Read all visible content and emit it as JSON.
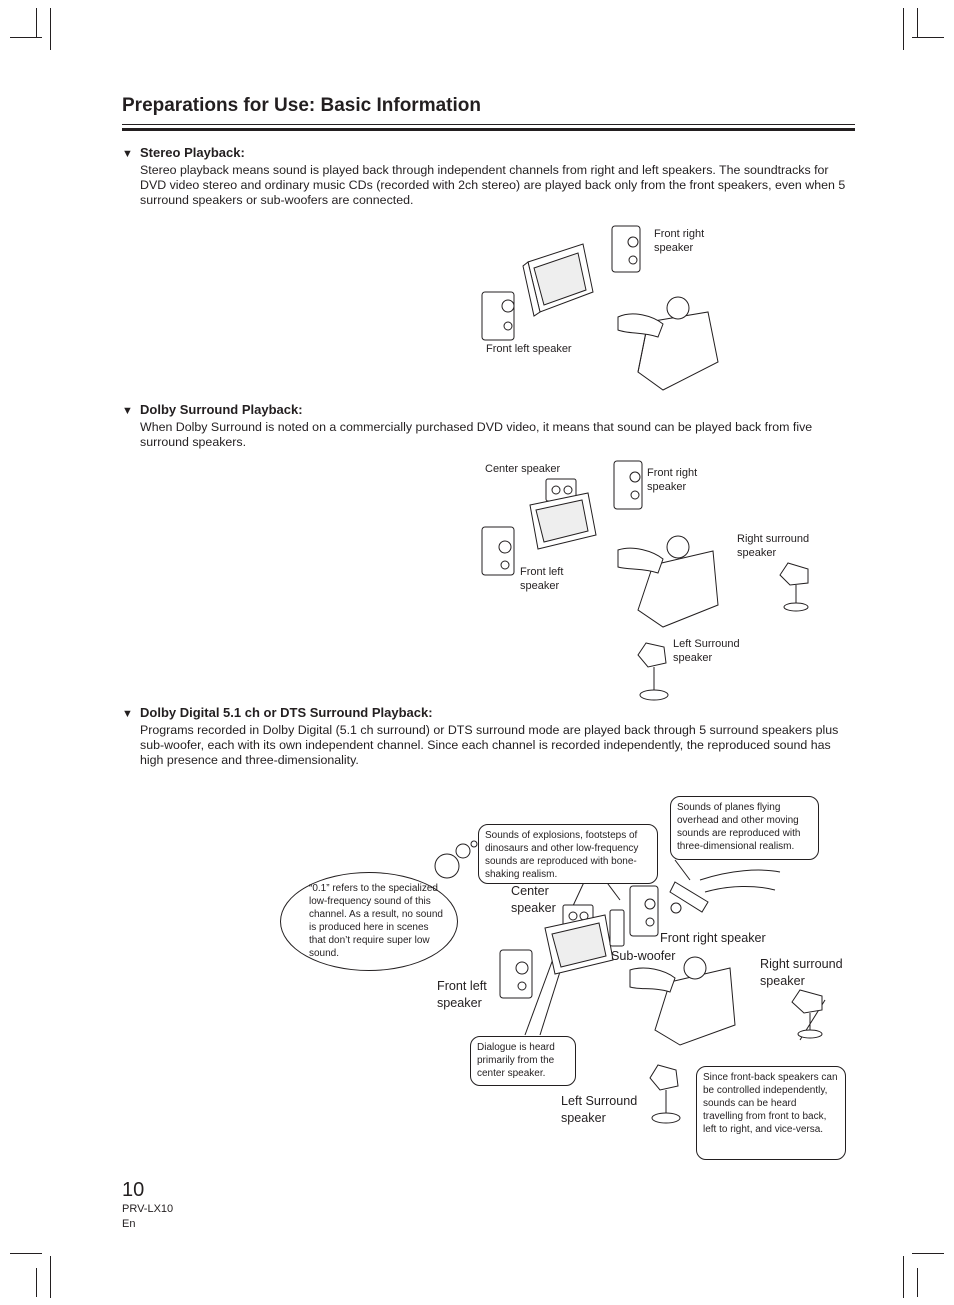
{
  "page": {
    "title": "Preparations for Use: Basic Information",
    "page_number": "10",
    "model": "PRV-LX10",
    "lang": "En"
  },
  "sections": [
    {
      "heading": "Stereo Playback:",
      "body": "Stereo playback means sound is played back through independent channels from right and left speakers. The soundtracks for DVD video stereo and ordinary music CDs (recorded with 2ch stereo) are played back only from the front speakers, even when 5 surround speakers or sub-woofers are connected."
    },
    {
      "heading": "Dolby Surround Playback:",
      "body": "When Dolby Surround is noted on a commercially purchased DVD video, it means that sound can be played back from five surround speakers."
    },
    {
      "heading": "Dolby Digital 5.1 ch or DTS Surround Playback:",
      "body": "Programs recorded in Dolby Digital (5.1 ch surround) or DTS surround mode are played back through 5 surround speakers plus sub-woofer, each with its own independent channel. Since each channel is recorded independently, the reproduced sound has high presence and three-dimensionality."
    }
  ],
  "figure1": {
    "front_right": "Front right\nspeaker",
    "front_left": "Front left speaker"
  },
  "figure2": {
    "center": "Center speaker",
    "front_right": "Front right\nspeaker",
    "front_left": "Front left\nspeaker",
    "right_surround": "Right surround\nspeaker",
    "left_surround": "Left Surround\nspeaker"
  },
  "figure3": {
    "note_planes": "Sounds of planes flying overhead and other moving sounds are reproduced with three-dimensional realism.",
    "note_explosions": "Sounds of explosions, footsteps of dinosaurs and other low-frequency sounds are reproduced with bone-shaking realism.",
    "note_point_one": "“0.1” refers to the specialized low-frequency sound of this channel. As a result, no sound is produced here in scenes that don’t require super low sound.",
    "note_dialogue": "Dialogue is heard primarily from the center speaker.",
    "note_front_back": "Since front-back speakers can be controlled independently, sounds can be heard travelling from front to back, left to right, and vice-versa.",
    "center": "Center\nspeaker",
    "front_right": "Front right speaker",
    "sub_woofer": "Sub-woofer",
    "right_surround": "Right surround\nspeaker",
    "front_left": "Front left\nspeaker",
    "left_surround": "Left Surround\nspeaker"
  }
}
